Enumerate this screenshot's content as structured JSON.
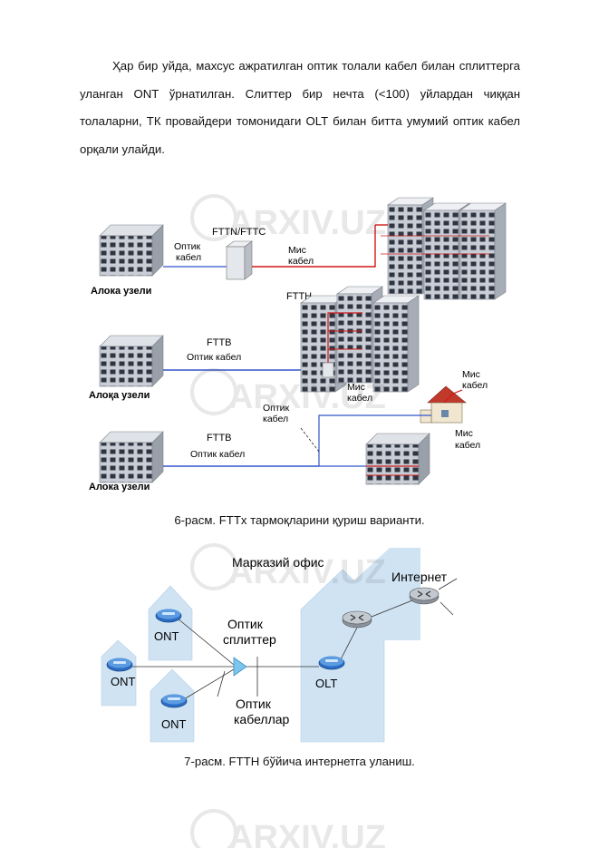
{
  "paragraph": "Ҳар бир уйда, махсус ажратилган оптик толали кабел билан сплиттерга уланган ONT ўрнатилган. Слиттер бир нечта (<100) уйлардан чиққан толаларни, ТК провайдери томонидаги  OLT билан битта умумий оптик кабел орқали улайди.",
  "figure6": {
    "caption": "6-расм. FTTx тармоқларини қуриш варианти.",
    "label_fttn": "FTTN/FTTC",
    "label_ftth": "FTTH",
    "label_fttb_1": "FTTB",
    "label_fttb_2": "FTTB",
    "optic_cable_l1": "Оптик",
    "optic_cable_l2": "кабел",
    "copper_cable_l1": "Мис",
    "copper_cable_l2": "кабел",
    "optic_cable_row2": "Оптик кабел",
    "optic_cable_row3": "Оптик кабел",
    "copper_row2_l1": "Мис",
    "copper_row2_l2": "кабел",
    "optic_drop_l1": "Оптик",
    "optic_drop_l2": "кабел",
    "copper_house_l1": "Мис",
    "copper_house_l2": "кабел",
    "copper_bottom_l1": "Мис",
    "copper_bottom_l2": "кабел",
    "node_1": "Алока  узели",
    "node_2": "Алоқа  узели",
    "node_3": "Алока  узели"
  },
  "figure7": {
    "caption": "7-расм. FTTH бўйича интернетга уланиш.",
    "central_office": "Марказий офис",
    "internet": "Интернет",
    "ont_1": "ONT",
    "ont_2": "ONT",
    "ont_3": "ONT",
    "splitter_l1": "Оптик",
    "splitter_l2": "сплиттер",
    "olt": "OLT",
    "cables_l1": "Оптик",
    "cables_l2": "кабеллар"
  },
  "watermark": "ARXIV.UZ",
  "colors": {
    "optic": "#3355cc",
    "copper": "#d01818",
    "zone": "#cfe3f3",
    "text": "#111111"
  }
}
